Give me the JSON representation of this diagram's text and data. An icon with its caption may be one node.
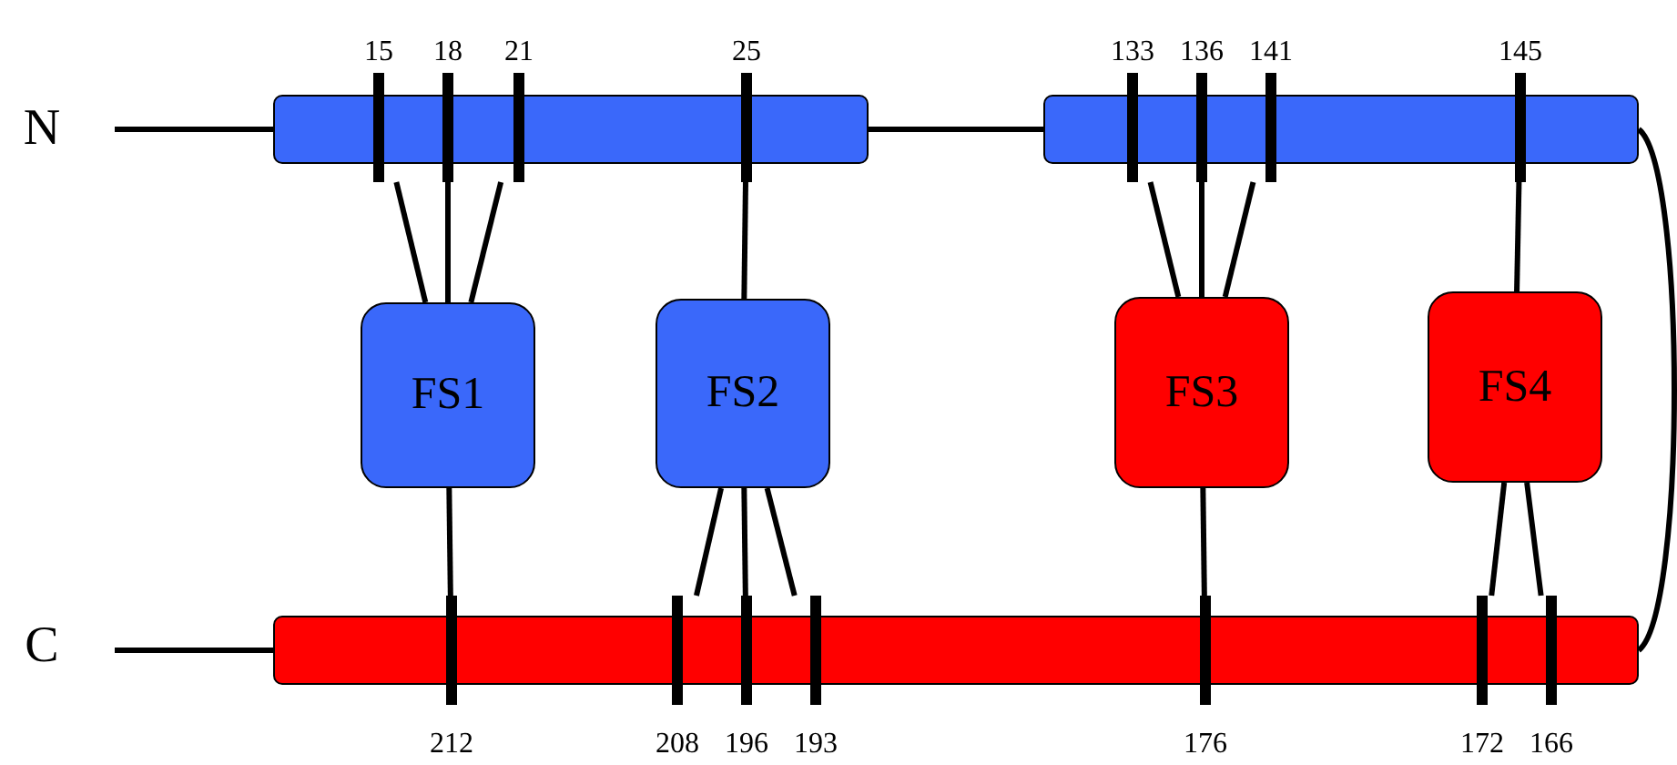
{
  "diagram": {
    "nodes": [
      {
        "text": [
          "N"
        ]
      },
      {
        "text": [],
        "shape": "bar"
      },
      {
        "text": [],
        "shape": "bar"
      },
      {
        "text": [
          "C"
        ]
      },
      {
        "text": [],
        "shape": "bar"
      },
      {
        "text": [
          "FS1"
        ]
      },
      {
        "text": [
          "FS2"
        ]
      },
      {
        "text": [
          "FS3"
        ]
      },
      {
        "text": [
          "FS4"
        ]
      },
      {
        "text": [
          "15"
        ]
      },
      {
        "text": [
          "18"
        ]
      },
      {
        "text": [
          "21"
        ]
      },
      {
        "text": [
          "25"
        ]
      },
      {
        "text": [
          "133"
        ]
      },
      {
        "text": [
          "136"
        ]
      },
      {
        "text": [
          "141"
        ]
      },
      {
        "text": [
          "145"
        ]
      },
      {
        "text": [
          "212"
        ]
      },
      {
        "text": [
          "208"
        ]
      },
      {
        "text": [
          "196"
        ]
      },
      {
        "text": [
          "193"
        ]
      },
      {
        "text": [
          "176"
        ]
      },
      {
        "text": [
          "172"
        ]
      },
      {
        "text": [
          "166"
        ]
      }
    ],
    "edges": [
      {
        "from": 0,
        "to": 1,
        "arrow": "none"
      },
      {
        "from": 1,
        "to": 2,
        "arrow": "none"
      },
      {
        "from": 2,
        "to": 4,
        "arrow": "none"
      },
      {
        "from": 3,
        "to": 4,
        "arrow": "none"
      },
      {
        "from": 9,
        "to": 5,
        "arrow": "none"
      },
      {
        "from": 10,
        "to": 5,
        "arrow": "none"
      },
      {
        "from": 11,
        "to": 5,
        "arrow": "none"
      },
      {
        "from": 12,
        "to": 6,
        "arrow": "none"
      },
      {
        "from": 13,
        "to": 7,
        "arrow": "none"
      },
      {
        "from": 14,
        "to": 7,
        "arrow": "none"
      },
      {
        "from": 15,
        "to": 7,
        "arrow": "none"
      },
      {
        "from": 16,
        "to": 8,
        "arrow": "none"
      },
      {
        "from": 17,
        "to": 5,
        "arrow": "none"
      },
      {
        "from": 18,
        "to": 6,
        "arrow": "none"
      },
      {
        "from": 19,
        "to": 6,
        "arrow": "none"
      },
      {
        "from": 20,
        "to": 6,
        "arrow": "none"
      },
      {
        "from": 21,
        "to": 7,
        "arrow": "none"
      },
      {
        "from": 22,
        "to": 8,
        "arrow": "none"
      },
      {
        "from": 23,
        "to": 8,
        "arrow": "none"
      }
    ]
  }
}
